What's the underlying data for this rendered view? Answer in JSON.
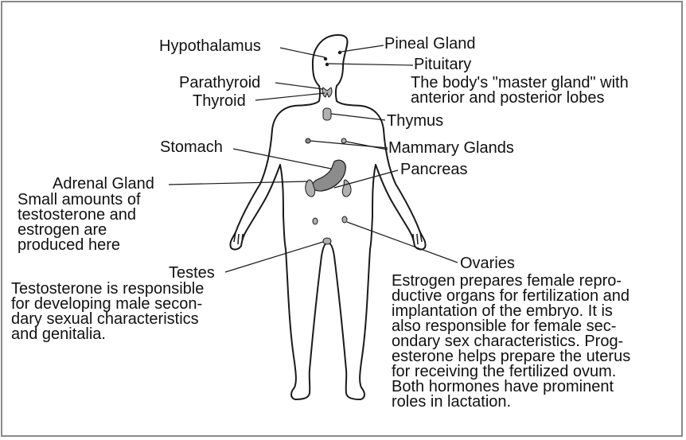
{
  "labels": {
    "hypothalamus": "Hypothalamus",
    "pineal_gland": "Pineal Gland",
    "pituitary": "Pituitary",
    "parathyroid": "Parathyroid",
    "thyroid": "Thyroid",
    "thymus": "Thymus",
    "stomach": "Stomach",
    "mammary_glands": "Mammary Glands",
    "adrenal_gland": "Adrenal Gland",
    "pancreas": "Pancreas",
    "testes": "Testes",
    "ovaries": "Ovaries"
  },
  "notes": {
    "pituitary": "The body's \"master gland\" with\nanterior and posterior lobes",
    "adrenal": "Small amounts of\ntestosterone and\nestrogen are\nproduced here",
    "testes": "Testosterone is responsible\nfor developing male secon-\ndary sexual characteristics\nand genitalia.",
    "ovaries": "Estrogen prepares female repro-\nductive organs for fertilization and\nimplantation of the embryo. It is\nalso responsible for female sec-\nondary sex characteristics. Prog-\nesterone helps prepare the uterus\nfor receiving the fertilized ovum.\nBoth hormones have prominent\nroles in lactation."
  },
  "colors": {
    "organ_fill": "#8c8c8c",
    "gland_fill": "#b0b0b0",
    "outline": "#1a1a1a",
    "frame": "#8a8a8a"
  }
}
